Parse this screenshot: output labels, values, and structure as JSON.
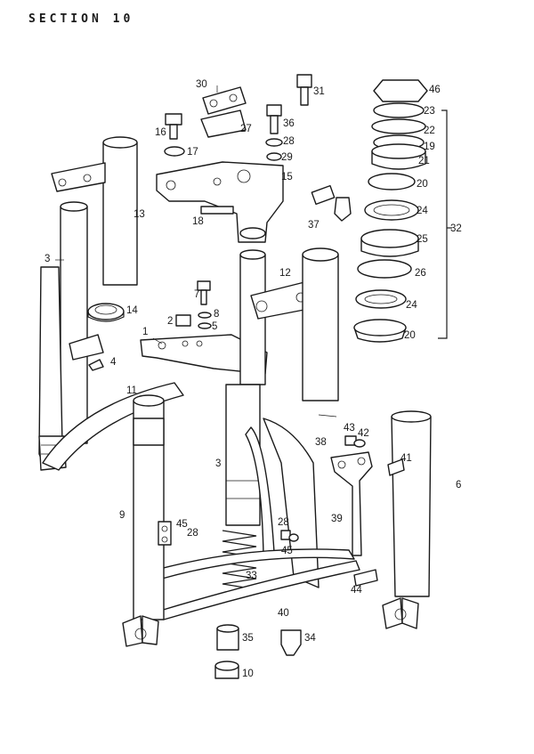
{
  "header": {
    "title": "SECTION 10"
  },
  "parts": [
    {
      "key": "p1",
      "label": "1"
    },
    {
      "key": "p2",
      "label": "2"
    },
    {
      "key": "p3a",
      "label": "3"
    },
    {
      "key": "p3b",
      "label": "3"
    },
    {
      "key": "p4",
      "label": "4"
    },
    {
      "key": "p5",
      "label": "5"
    },
    {
      "key": "p6",
      "label": "6"
    },
    {
      "key": "p7",
      "label": "7"
    },
    {
      "key": "p8",
      "label": "8"
    },
    {
      "key": "p9",
      "label": "9"
    },
    {
      "key": "p10",
      "label": "10"
    },
    {
      "key": "p11",
      "label": "11"
    },
    {
      "key": "p12",
      "label": "12"
    },
    {
      "key": "p13",
      "label": "13"
    },
    {
      "key": "p14",
      "label": "14"
    },
    {
      "key": "p15",
      "label": "15"
    },
    {
      "key": "p16",
      "label": "16"
    },
    {
      "key": "p17",
      "label": "17"
    },
    {
      "key": "p18",
      "label": "18"
    },
    {
      "key": "p19",
      "label": "19"
    },
    {
      "key": "p20a",
      "label": "20"
    },
    {
      "key": "p20b",
      "label": "20"
    },
    {
      "key": "p21",
      "label": "21"
    },
    {
      "key": "p22",
      "label": "22"
    },
    {
      "key": "p23",
      "label": "23"
    },
    {
      "key": "p24a",
      "label": "24"
    },
    {
      "key": "p24b",
      "label": "24"
    },
    {
      "key": "p25",
      "label": "25"
    },
    {
      "key": "p26",
      "label": "26"
    },
    {
      "key": "p27",
      "label": "27"
    },
    {
      "key": "p28a",
      "label": "28"
    },
    {
      "key": "p28b",
      "label": "28"
    },
    {
      "key": "p28c",
      "label": "28"
    },
    {
      "key": "p29",
      "label": "29"
    },
    {
      "key": "p30",
      "label": "30"
    },
    {
      "key": "p31",
      "label": "31"
    },
    {
      "key": "p32",
      "label": "32"
    },
    {
      "key": "p33",
      "label": "33"
    },
    {
      "key": "p34",
      "label": "34"
    },
    {
      "key": "p35",
      "label": "35"
    },
    {
      "key": "p36",
      "label": "36"
    },
    {
      "key": "p37",
      "label": "37"
    },
    {
      "key": "p38",
      "label": "38"
    },
    {
      "key": "p39",
      "label": "39"
    },
    {
      "key": "p40",
      "label": "40"
    },
    {
      "key": "p41",
      "label": "41"
    },
    {
      "key": "p42",
      "label": "42"
    },
    {
      "key": "p43",
      "label": "43"
    },
    {
      "key": "p44",
      "label": "44"
    },
    {
      "key": "p45a",
      "label": "45"
    },
    {
      "key": "p45b",
      "label": "45"
    },
    {
      "key": "p46",
      "label": "46"
    }
  ]
}
